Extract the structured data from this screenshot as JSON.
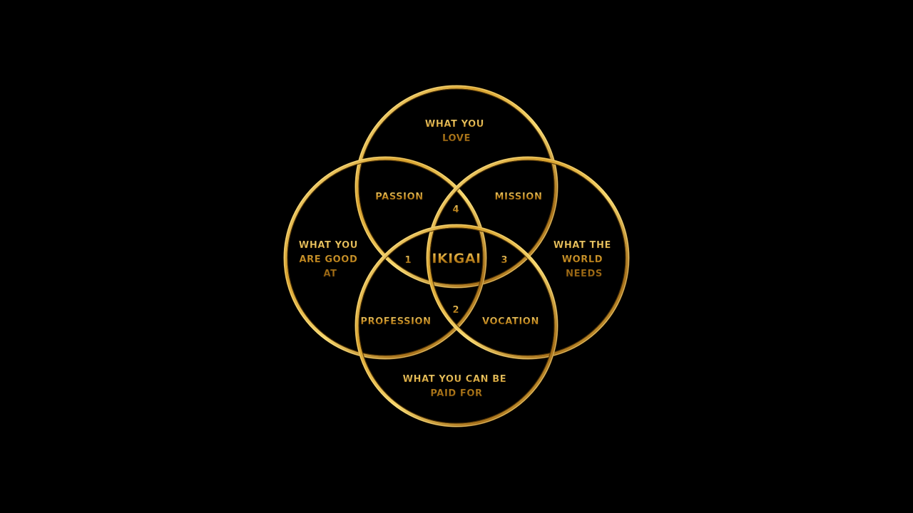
{
  "colors": {
    "background": "#000000",
    "gold_light": "#fbe38a",
    "gold_mid": "#d8a22e",
    "gold_dark": "#7a4e0c"
  },
  "circles": {
    "love": [
      "WHAT YOU",
      "LOVE"
    ],
    "good_at": [
      "WHAT YOU",
      "ARE GOOD",
      "AT"
    ],
    "world_needs": [
      "WHAT THE",
      "WORLD",
      "NEEDS"
    ],
    "paid_for": [
      "WHAT YOU CAN BE",
      "PAID FOR"
    ]
  },
  "intersections": {
    "passion": "PASSION",
    "mission": "MISSION",
    "profession": "PROFESSION",
    "vocation": "VOCATION"
  },
  "center": "IKIGAI",
  "numbers": {
    "left": "1",
    "bottom": "2",
    "right": "3",
    "top": "4"
  }
}
